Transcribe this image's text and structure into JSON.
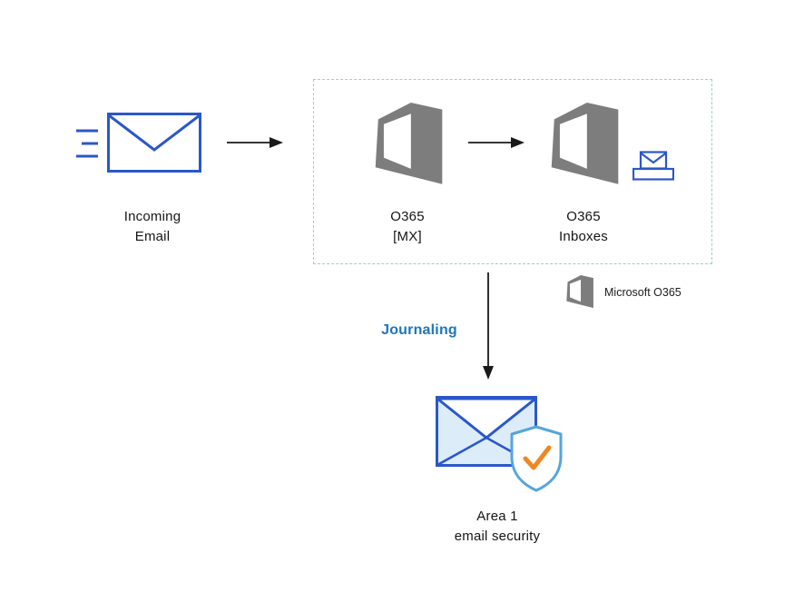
{
  "nodes": {
    "incoming_email": {
      "line1": "Incoming",
      "line2": "Email"
    },
    "o365_mx": {
      "line1": "O365",
      "line2": "[MX]"
    },
    "o365_inboxes": {
      "line1": "O365",
      "line2": "Inboxes"
    },
    "area1_email_security": {
      "line1": "Area 1",
      "line2": "email security"
    }
  },
  "labels": {
    "journaling": "Journaling",
    "legend_microsoft_o365": "Microsoft O365"
  },
  "icons": {
    "speed_lines": "speed-lines-icon",
    "incoming_envelope": "envelope-icon",
    "office365": "office365-logo-icon",
    "inbox_tray": "inbox-envelope-icon",
    "shield_check": "shield-check-icon",
    "arrow_right": "arrow-right-icon",
    "arrow_down": "arrow-down-icon"
  },
  "colors": {
    "envelope_blue": "#2b57c9",
    "envelope_fill_light": "#ddecf9",
    "office_gray": "#7d7d7d",
    "dashed_border": "#8ed8c6",
    "journaling_blue": "#1c76bd",
    "shield_blue": "#55a5de",
    "check_orange": "#ee8722",
    "arrow_black": "#1a1a1a",
    "text_dark": "#151515"
  }
}
